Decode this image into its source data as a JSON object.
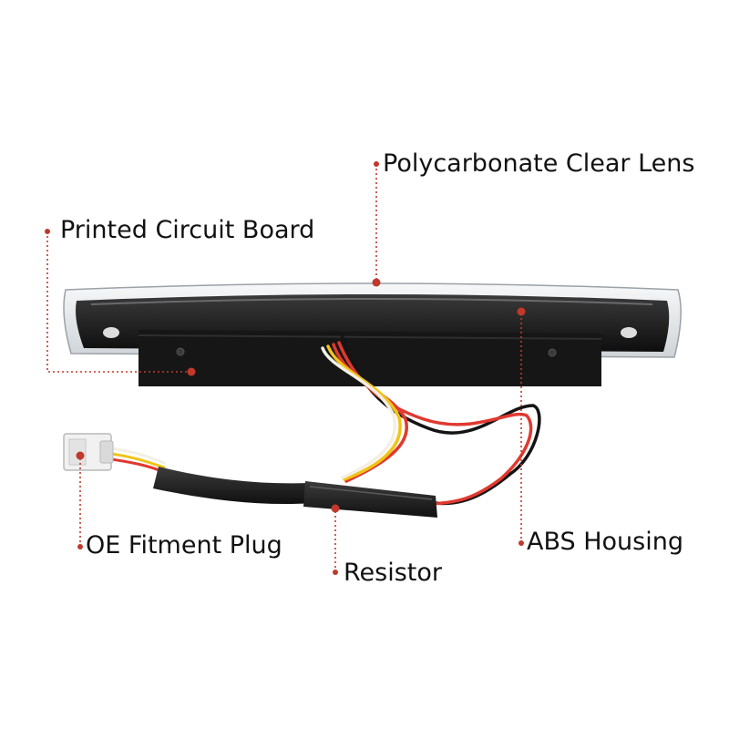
{
  "labels": {
    "lens": "Polycarbonate Clear Lens",
    "pcb": "Printed Circuit Board",
    "plug": "OE Fitment Plug",
    "resistor": "Resistor",
    "abs_housing": "ABS Housing"
  },
  "colors": {
    "leader": "#c0392b",
    "text": "#111111",
    "housing": "#1a1a1a",
    "lens": "#e6e9ec",
    "wire_red": "#e0392f",
    "wire_yellow": "#f0c419",
    "wire_white": "#f4efe4",
    "wire_black": "#141414"
  }
}
